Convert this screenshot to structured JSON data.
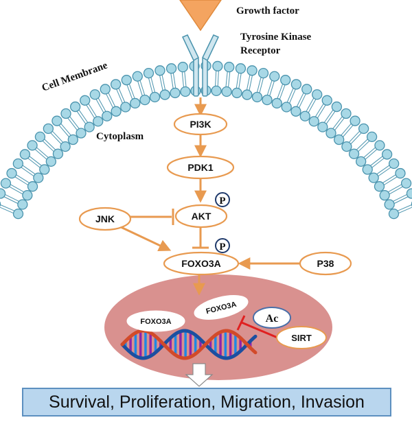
{
  "labels": {
    "growth_factor": "Growth factor",
    "receptor_line1": "Tyrosine Kinase",
    "receptor_line2": "Receptor",
    "cell_membrane": "Cell Membrane",
    "cytoplasm": "Cytoplasm"
  },
  "nodes": {
    "pi3k": "PI3K",
    "pdk1": "PDK1",
    "akt": "AKT",
    "jnk": "JNK",
    "foxo3a": "FOXO3A",
    "p38": "P38",
    "foxo3a_nucleus_left": "FOXO3A",
    "foxo3a_nucleus_right": "FOXO3A",
    "ac": "Ac",
    "sirt": "SIRT"
  },
  "phospho": {
    "akt_p": "P",
    "foxo3a_p": "P"
  },
  "outcome": "Survival, Proliferation, Migration, Invasion",
  "colors": {
    "arrow": "#e89a50",
    "node_border": "#e89a50",
    "membrane_head_fill": "#a8d8e6",
    "membrane_head_stroke": "#4a93ad",
    "nucleus": "#d9918f",
    "inhibition_red": "#e02020",
    "ac_border": "#4a6fa8",
    "outcome_fill": "#b9d6ee",
    "outcome_border": "#5c8fbf",
    "growth_factor": "#f4a460"
  },
  "icons": [
    "growth-factor-triangle",
    "receptor-icon",
    "phosphate-icon",
    "dna-helix-icon",
    "down-arrow-icon"
  ]
}
